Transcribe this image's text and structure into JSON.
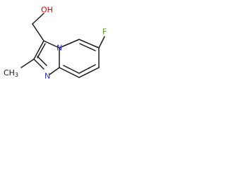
{
  "molecule": {
    "atoms": {
      "hydroxyl": "OH",
      "fluorine": "F",
      "ring_nitrogen_bridgehead": "N",
      "ring_nitrogen_imine": "N",
      "methyl": "CH3",
      "methyl_main": "CH",
      "methyl_subscript": "3"
    },
    "colors": {
      "bond": "#1a1a1a",
      "oxygen": "#d40000",
      "fluorine": "#4f9a1f",
      "nitrogen": "#2b2bcf",
      "carbon": "#1a1a1a"
    }
  }
}
